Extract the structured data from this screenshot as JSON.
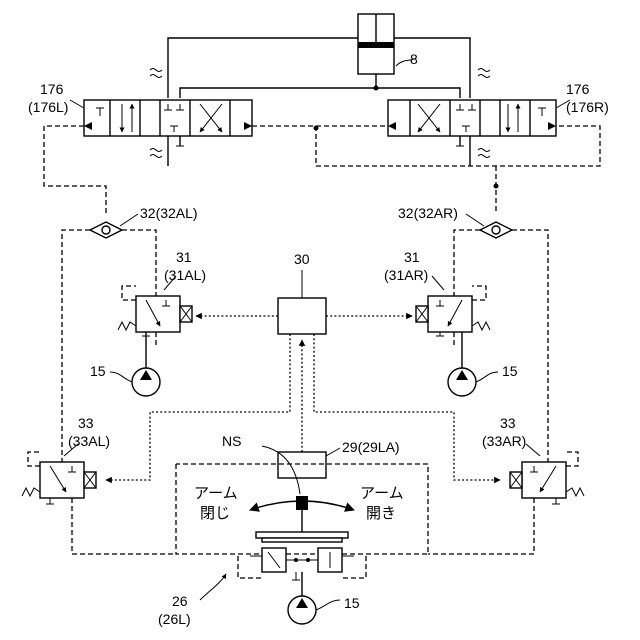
{
  "labels": {
    "cylinder": "8",
    "valve_left_num": "176",
    "valve_left_sub": "(176L)",
    "valve_right_num": "176",
    "valve_right_sub": "(176R)",
    "shuttle_left": "32(32AL)",
    "shuttle_right": "32(32AR)",
    "prop_left_num": "31",
    "prop_left_sub": "(31AL)",
    "prop_right_num": "31",
    "prop_right_sub": "(31AR)",
    "controller": "30",
    "pump_left": "15",
    "pump_right": "15",
    "prop2_left_num": "33",
    "prop2_left_sub": "(33AL)",
    "prop2_right_num": "33",
    "prop2_right_sub": "(33AR)",
    "ns": "NS",
    "sensor": "29(29LA)",
    "arm_close_1": "アーム",
    "arm_close_2": "閉じ",
    "arm_open_1": "アーム",
    "arm_open_2": "開き",
    "lever_unit_num": "26",
    "lever_unit_sub": "(26L)",
    "pump_bottom": "15"
  }
}
